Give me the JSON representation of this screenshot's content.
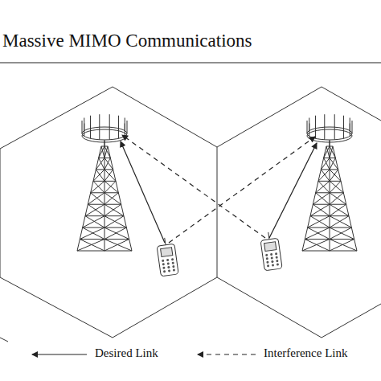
{
  "diagram": {
    "title": "Massive MIMO Communications",
    "legend": [
      {
        "text": "Desired Link"
      },
      {
        "text": "Interference Link"
      }
    ]
  }
}
